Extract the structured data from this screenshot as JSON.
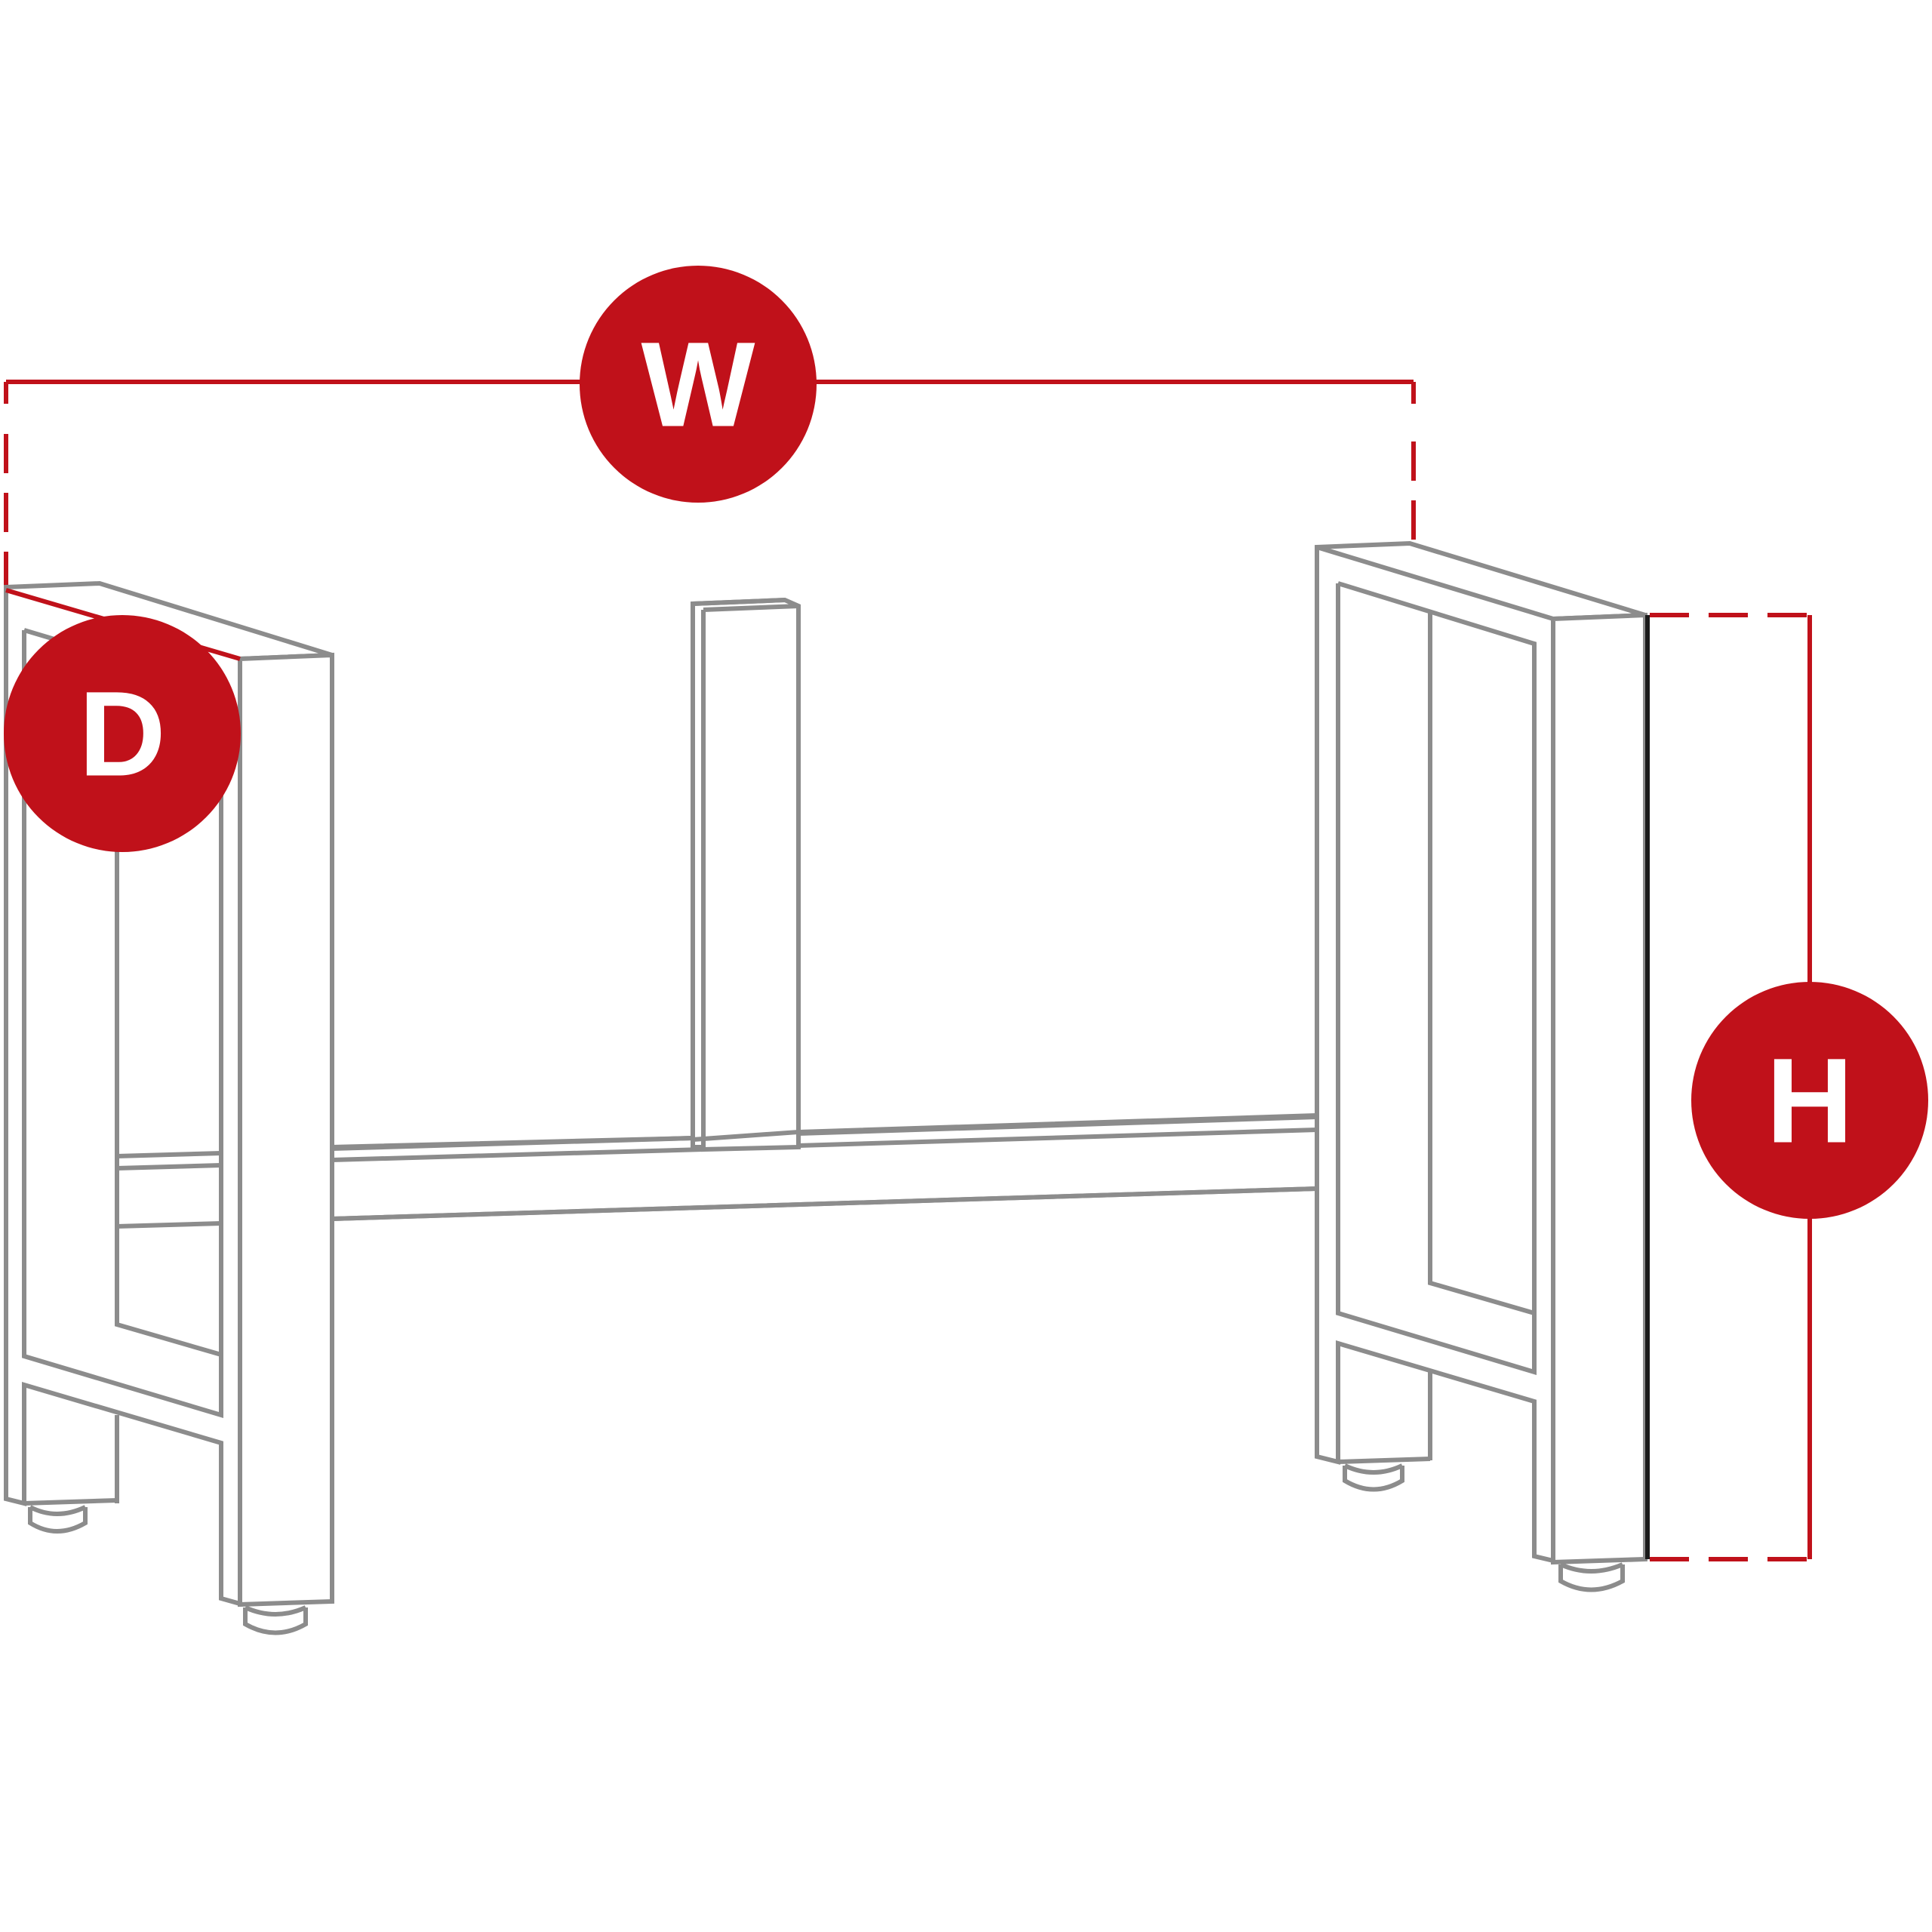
{
  "labels": {
    "width": "W",
    "depth": "D",
    "height": "H"
  },
  "colors": {
    "accent": "#c0111a",
    "line": "#8c8c8c",
    "background": "#ffffff"
  }
}
